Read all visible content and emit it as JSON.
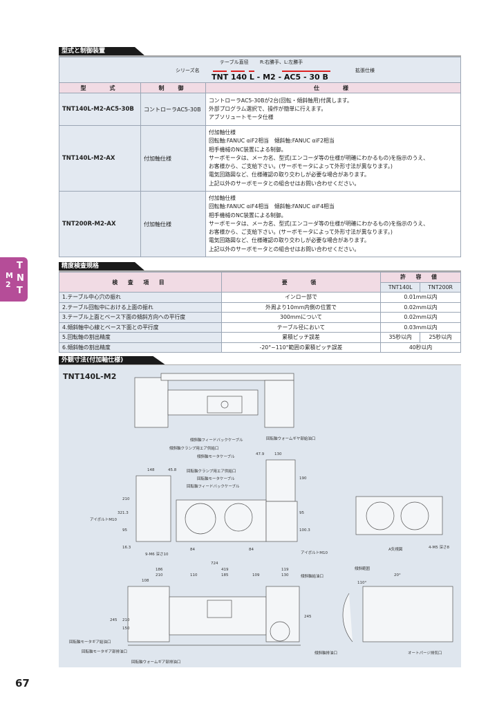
{
  "section1": {
    "title": "型式と制御装置",
    "code_diagram": {
      "series_label": "シリーズ名",
      "table_label": "テーブル直径",
      "hand_label": "R:右勝手、L:左勝手",
      "ext_label": "拡張仕様",
      "code": "TNT 140 L - M2 - AC5 - 30 B"
    },
    "headers": [
      "型　　式",
      "制　御",
      "仕　　様"
    ],
    "rows": [
      {
        "model": "TNT140L-M2-AC5-30B",
        "control": "コントローラAC5-30B",
        "spec": [
          "コントローラAC5-30Bが2台(回転・傾斜軸用)付属します。",
          "外部プログラム選択で、操作が簡単に行えます。",
          "アブソリュートモータ仕様"
        ]
      },
      {
        "model": "TNT140L-M2-AX",
        "control": "付加軸仕様",
        "spec": [
          "付加軸仕様",
          "回転軸:FANUC αiF2相当　傾斜軸:FANUC αiF2相当",
          "相手機械のNC装置による制御。",
          "サーボモータは、メーカ名、型式(エンコーダ等の仕様が明確にわかるもの)を指示のうえ、",
          "お客様から、ご支給下さい。(サーボモータによって外形寸法が異なります。)",
          "電気回路図など、仕様確認の取り交わしが必要な場合があります。",
          "上記以外のサーボモータとの組合せはお問い合わせください。"
        ]
      },
      {
        "model": "TNT200R-M2-AX",
        "control": "付加軸仕様",
        "spec": [
          "付加軸仕様",
          "回転軸:FANUC αiF4相当　傾斜軸:FANUC αiF4相当",
          "相手機械のNC装置による制御。",
          "サーボモータは、メーカ名、型式(エンコーダ等の仕様が明確にわかるもの)を指示のうえ、",
          "お客様から、ご支給下さい。(サーボモータによって外形寸法が異なります。)",
          "電気回路図など、仕様確認の取り交わしが必要な場合があります。",
          "上記以外のサーボモータとの組合せはお問い合わせください。"
        ]
      }
    ]
  },
  "section2": {
    "title": "精度検査規格",
    "headers": {
      "item": "検 査 項 目",
      "method": "要　　領",
      "tolerance": "許 容 値",
      "m1": "TNT140L",
      "m2": "TNT200R"
    },
    "rows": [
      {
        "item": "1.テーブル中心穴の振れ",
        "method": "インロー部で",
        "value": "0.01mm以内"
      },
      {
        "item": "2.テーブル回転中における上面の振れ",
        "method": "外周より10mm内側の位置で",
        "value": "0.02mm以内"
      },
      {
        "item": "3.テーブル上面とベース下面の傾斜方向への平行度",
        "method": "300mmについて",
        "value": "0.02mm以内"
      },
      {
        "item": "4.傾斜軸中心線とベース下面との平行度",
        "method": "テーブル径において",
        "value": "0.03mm以内"
      },
      {
        "item": "5.回転軸の割出精度",
        "method": "累積ピッチ誤差",
        "v1": "35秒以内",
        "v2": "25秒以内"
      },
      {
        "item": "6.傾斜軸の割出精度",
        "method": "-20°~110°範囲の累積ピッチ誤差",
        "value": "40秒以内"
      }
    ]
  },
  "section3": {
    "title": "外観寸法(付加軸仕様)",
    "model": "TNT140L-M2",
    "labels": {
      "l1": "回転軸ウォームギヤ部給油口",
      "l2": "傾斜軸フィードバックケーブル",
      "l3": "傾斜軸クランプ用エア供給口",
      "l4": "傾斜軸モータケーブル",
      "l5": "回転軸クランプ用エア供給口",
      "l6": "回転軸モータケーブル",
      "l7": "回転軸フィードバックケーブル",
      "l8": "アイボルトM10",
      "l9": "アイボルトM10",
      "l10": "9-M6 深さ10",
      "l11": "A矢視図",
      "l12": "4-M5 深さ8",
      "l13": "傾斜範囲",
      "l14": "傾斜軸給油口",
      "l15": "回転軸モータギア給油口",
      "l16": "回転軸モータギア部排油口",
      "l17": "回転軸ウォームギア部排油口",
      "l18": "傾斜軸排油口",
      "l19": "オートパージ排気口"
    },
    "dims": [
      "148",
      "45.8",
      "47.9",
      "130",
      "190",
      "210",
      "321.3",
      "95",
      "16.3",
      "84",
      "84",
      "95",
      "100.3",
      "724",
      "186",
      "419",
      "119",
      "210",
      "185",
      "130",
      "108",
      "110",
      "109",
      "245",
      "210",
      "150",
      "245",
      "110°",
      "20°"
    ]
  },
  "side_tab": {
    "line1": "TNT",
    "line2": "M2"
  },
  "page_number": "67"
}
